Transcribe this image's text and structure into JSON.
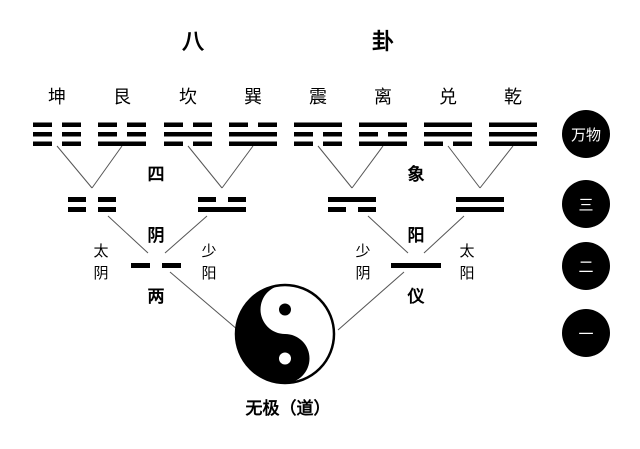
{
  "title": {
    "left": "八",
    "right": "卦"
  },
  "trigrams": [
    {
      "name": "坤",
      "lines": [
        0,
        0,
        0
      ]
    },
    {
      "name": "艮",
      "lines": [
        1,
        0,
        0
      ]
    },
    {
      "name": "坎",
      "lines": [
        0,
        1,
        0
      ]
    },
    {
      "name": "巽",
      "lines": [
        1,
        1,
        0
      ]
    },
    {
      "name": "震",
      "lines": [
        0,
        0,
        1
      ]
    },
    {
      "name": "离",
      "lines": [
        1,
        0,
        1
      ]
    },
    {
      "name": "兑",
      "lines": [
        0,
        1,
        1
      ]
    },
    {
      "name": "乾",
      "lines": [
        1,
        1,
        1
      ]
    }
  ],
  "sixiang": {
    "label_left": "四",
    "label_right": "象",
    "symbols": [
      {
        "lines": [
          0,
          0
        ]
      },
      {
        "lines": [
          1,
          0
        ]
      },
      {
        "lines": [
          0,
          1
        ]
      },
      {
        "lines": [
          1,
          1
        ]
      }
    ]
  },
  "liangyi": {
    "yin": {
      "label": "阴",
      "lines": [
        0
      ]
    },
    "yang": {
      "label": "阳",
      "lines": [
        1
      ]
    },
    "label_left": "两",
    "label_right": "仪",
    "side_labels": {
      "taiyin": "太\n阴",
      "shaoyang": "少\n阳",
      "shaoyin": "少\n阴",
      "taiyang": "太\n阳"
    }
  },
  "wuji": {
    "label": "无极（道）"
  },
  "levels": [
    "万物",
    "三",
    "二",
    "一"
  ],
  "colors": {
    "ink": "#000000",
    "background": "#ffffff",
    "line": "#555555"
  }
}
